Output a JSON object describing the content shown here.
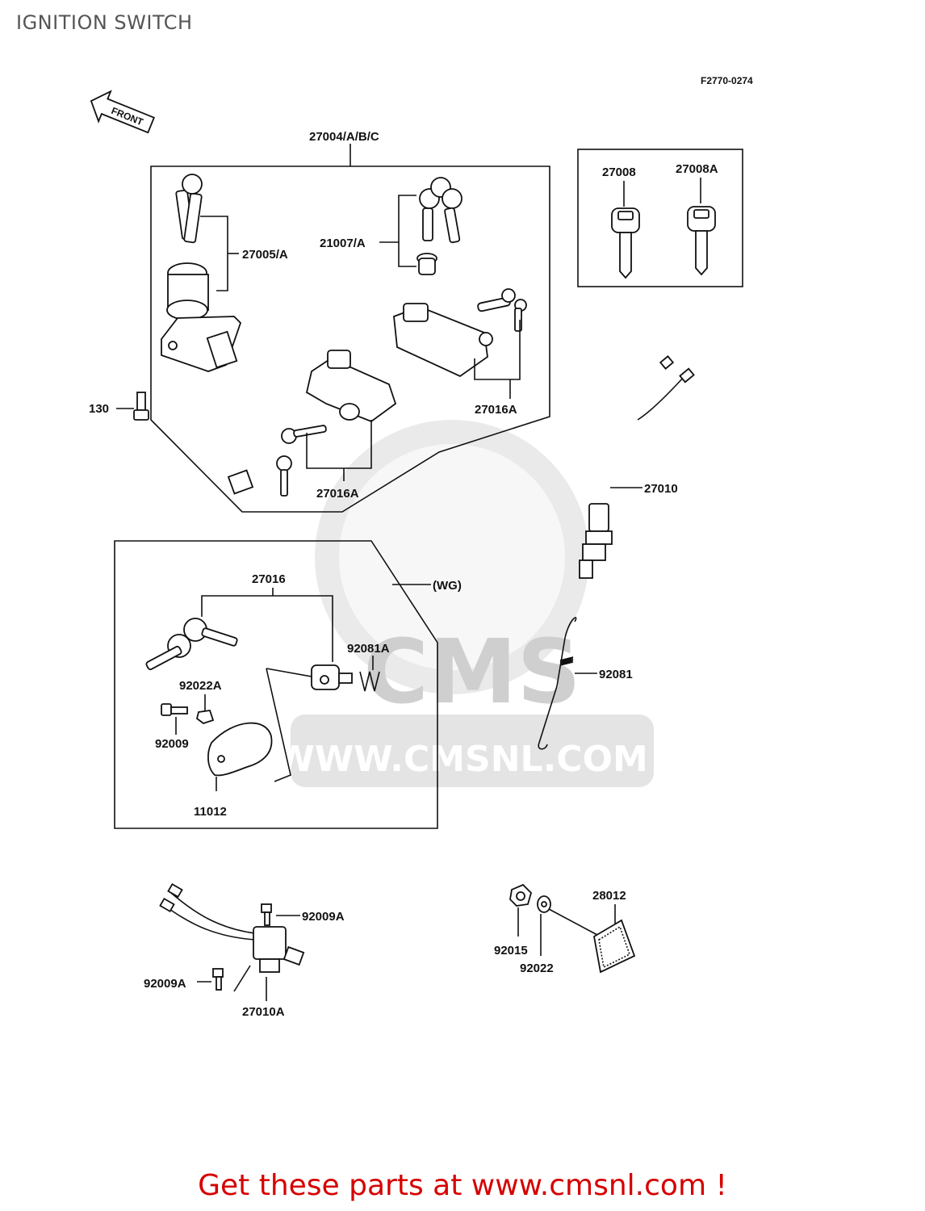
{
  "page": {
    "title": "IGNITION SWITCH",
    "figure_code": "F2770-0274",
    "front_label": "FRONT",
    "footer": "Get these parts at www.cmsnl.com !"
  },
  "watermark": {
    "logo_text": "CMS",
    "url_text": "WWW.CMSNL.COM"
  },
  "labels": {
    "l_27004": "27004/A/B/C",
    "l_27005": "27005/A",
    "l_21007": "21007/A",
    "l_27016A_right": "27016A",
    "l_27016A_left": "27016A",
    "l_130": "130",
    "l_27008": "27008",
    "l_27008A": "27008A",
    "l_27010": "27010",
    "l_wg": "(WG)",
    "l_27016": "27016",
    "l_92081A": "92081A",
    "l_92081": "92081",
    "l_92022A": "92022A",
    "l_92009": "92009",
    "l_11012": "11012",
    "l_92009A_top": "92009A",
    "l_92009A_left": "92009A",
    "l_27010A": "27010A",
    "l_28012": "28012",
    "l_92015": "92015",
    "l_92022": "92022"
  }
}
